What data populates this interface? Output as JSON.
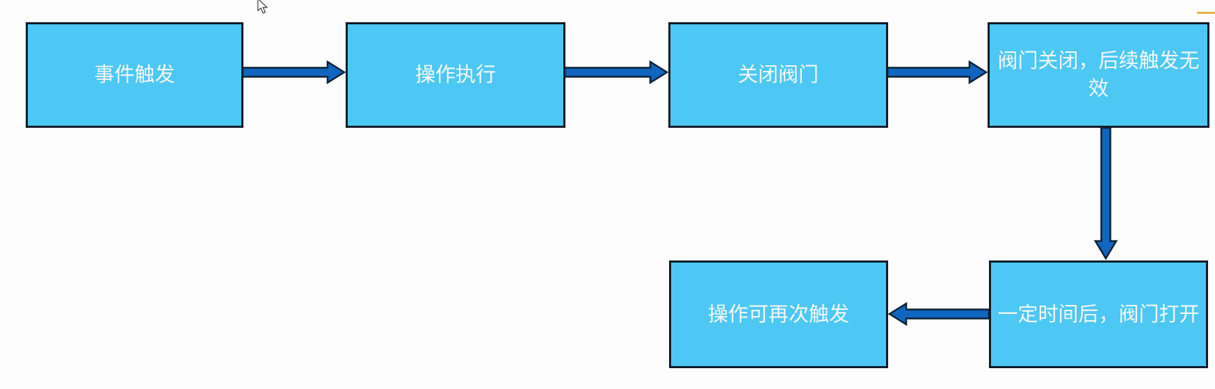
{
  "diagram": {
    "type": "flowchart",
    "colors": {
      "background": "#fdfdfd",
      "node-fill": "#4dc8f4",
      "node-border": "#0e1c29",
      "node-text": "#f7f7f7",
      "arrow-fill": "#1065c0",
      "arrow-outline": "#0c2033",
      "accent-dash": "#e9b23d"
    },
    "nodes": [
      {
        "label": "事件触发"
      },
      {
        "label": "操作执行"
      },
      {
        "label": "关闭阀门"
      },
      {
        "label": "阀门关闭，后续触发无效"
      },
      {
        "label": "一定时间后，阀门打开"
      },
      {
        "label": "操作可再次触发"
      }
    ],
    "edges": [
      {
        "from": "事件触发",
        "to": "操作执行",
        "direction": "right"
      },
      {
        "from": "操作执行",
        "to": "关闭阀门",
        "direction": "right"
      },
      {
        "from": "关闭阀门",
        "to": "阀门关闭，后续触发无效",
        "direction": "right"
      },
      {
        "from": "阀门关闭，后续触发无效",
        "to": "一定时间后，阀门打开",
        "direction": "down"
      },
      {
        "from": "一定时间后，阀门打开",
        "to": "操作可再次触发",
        "direction": "left"
      }
    ]
  },
  "cursor": {
    "visible": true,
    "shape": "arrow-pointer"
  }
}
